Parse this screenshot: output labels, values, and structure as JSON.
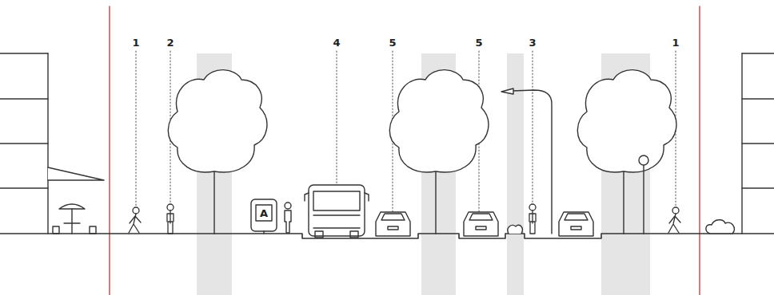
{
  "diagram": {
    "labels": [
      "1",
      "2",
      "4",
      "5",
      "5",
      "3",
      "1",
      "A"
    ]
  }
}
